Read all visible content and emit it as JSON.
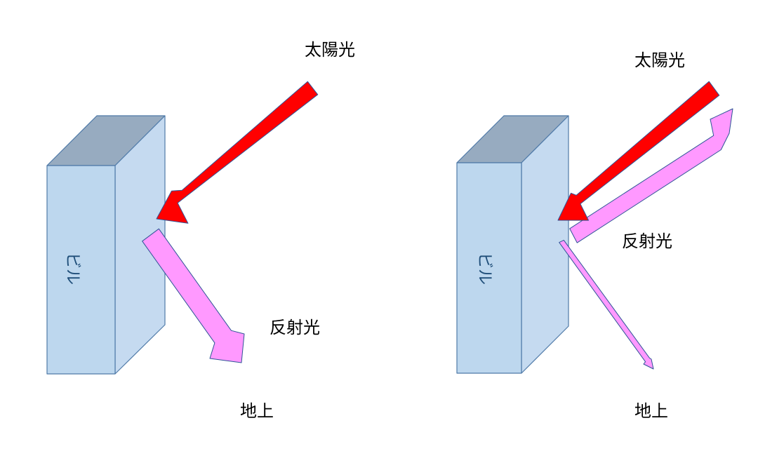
{
  "colors": {
    "background": "#ffffff",
    "building_front": "#bdd7ee",
    "building_side": "#c5daf0",
    "building_top": "#97abc0",
    "building_stroke": "#4f7aa8",
    "building_text": "#1f4e79",
    "sunlight_fill": "#ff0000",
    "sunlight_stroke": "#2f5597",
    "reflection_fill": "#ff99ff",
    "reflection_stroke": "#2f5597"
  },
  "left_diagram": {
    "sunlight_label": "太陽光",
    "reflected_label": "反射光",
    "ground_label": "地上",
    "building_label": "ビル",
    "sunlight_icon": "red-arrow-icon",
    "reflected_icon": "pink-arrow-icon"
  },
  "right_diagram": {
    "sunlight_label": "太陽光",
    "reflected_label": "反射光",
    "ground_label": "地上",
    "building_label": "ビル",
    "sunlight_icon": "red-arrow-icon",
    "reflected_icon": "pink-arrow-icon"
  }
}
